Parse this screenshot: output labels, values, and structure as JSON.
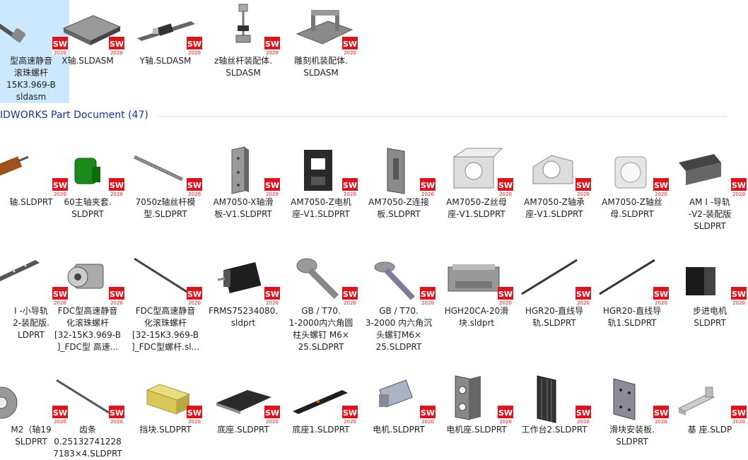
{
  "window": {
    "group_header": "IDWORKS Part Document (47)",
    "badge_text": "SW",
    "badge_year": "2020"
  },
  "assemblies": [
    {
      "label": "型高速静音\n滚珠螺杆\n15K3.969-B\nsldasm",
      "icon": "ballscrew-icon",
      "selected": true
    },
    {
      "label": "X轴.SLDASM",
      "icon": "x-axis-table-icon"
    },
    {
      "label": "Y轴.SLDASM",
      "icon": "y-axis-icon"
    },
    {
      "label": "z轴丝杆装配体.\nSLDASM",
      "icon": "z-screw-icon"
    },
    {
      "label": "雕刻机装配体.\nSLDASM",
      "icon": "engraver-icon"
    }
  ],
  "parts": [
    [
      {
        "label": "轴.SLDPRT",
        "icon": "spindle-icon"
      },
      {
        "label": "60主轴夹套.\nSLDPRT",
        "icon": "green-clamp-icon"
      },
      {
        "label": "7050z轴丝杆模\n型.SLDPRT",
        "icon": "screw-rod-icon"
      },
      {
        "label": "AM7050-X轴滑\n板-V1.SLDPRT",
        "icon": "slide-plate-icon"
      },
      {
        "label": "AM7050-Z电机\n座-V1.SLDPRT",
        "icon": "motor-seat-icon"
      },
      {
        "label": "AM7050-Z连接\n板.SLDPRT",
        "icon": "connect-plate-icon"
      },
      {
        "label": "AM7050-Z丝母\n座-V1.SLDPRT",
        "icon": "nut-seat-icon"
      },
      {
        "label": "AM7050-Z轴承\n座-V1.SLDPRT",
        "icon": "bearing-seat-icon"
      },
      {
        "label": "AM7050-Z轴丝\n母.SLDPRT",
        "icon": "screw-nut-icon"
      },
      {
        "label": "AM I -导轨\n-V2-装配版\nSLDPRT",
        "icon": "guide-rail-block-icon"
      }
    ],
    [
      {
        "label": "I -小导轨\n2-装配版.\nLDPRT",
        "icon": "small-rail-icon"
      },
      {
        "label": "FDC型高速静音\n化滚珠螺杆\n[32-15K3.969-B\n]_FDC型 高速...",
        "icon": "ballscrew-nut-icon"
      },
      {
        "label": "FDC型高速静音\n化滚珠螺杆\n[32-15K3.969-B\n]_FDC型螺杆.sl...",
        "icon": "long-screw-icon"
      },
      {
        "label": "FRMS75234080.\nsldprt",
        "icon": "servo-motor-icon"
      },
      {
        "label": "GB / T70.\n1-2000内六角圆\n柱头螺钉 M6×\n25.SLDPRT",
        "icon": "socket-bolt-icon"
      },
      {
        "label": "GB / T70.\n3-2000 内六角沉\n头螺钉M6×\n25.SLDPRT",
        "icon": "countersunk-bolt-icon"
      },
      {
        "label": "HGH20CA-20滑\n块.sldprt",
        "icon": "slider-block-icon"
      },
      {
        "label": "HGR20-直线导\n轨.SLDPRT",
        "icon": "linear-rail-icon"
      },
      {
        "label": "HGR20-直线导\n轨1.SLDPRT",
        "icon": "linear-rail-icon"
      },
      {
        "label": "步进电机\nSLDPRT",
        "icon": "stepper-motor-icon"
      }
    ],
    [
      {
        "label": "M2（轴19\nSLDPRT",
        "icon": "gear-icon"
      },
      {
        "label": "齿条\n0.25132741228\n7183×4.SLDPRT",
        "icon": "rack-icon"
      },
      {
        "label": "挡块.SLDPRT",
        "icon": "stop-block-icon"
      },
      {
        "label": "底座.SLDPRT",
        "icon": "base-plate-icon"
      },
      {
        "label": "底座1.SLDPRT",
        "icon": "base-bar-icon"
      },
      {
        "label": "电机.SLDPRT",
        "icon": "motor-icon"
      },
      {
        "label": "电机座.SLDPRT",
        "icon": "motor-bracket-icon"
      },
      {
        "label": "工作台2.SLDPRT",
        "icon": "worktable-icon"
      },
      {
        "label": "滑块安装板.\nSLDPRT",
        "icon": "mount-plate-icon"
      },
      {
        "label": "基 座.SLDP",
        "icon": "base-seat-icon"
      }
    ]
  ]
}
